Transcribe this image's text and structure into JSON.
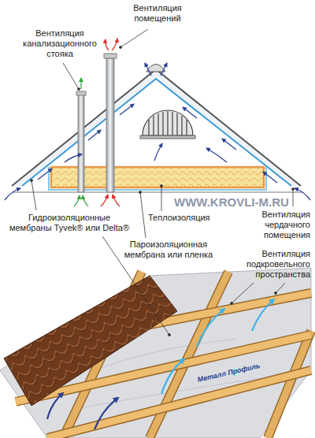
{
  "diagram": {
    "labels": [
      "Вентиляция помещений",
      "Вентиляция канализационного стояка",
      "WWW.KROVLI-M.RU",
      "Гидроизоляционные мембраны Tyvek® или Delta®",
      "Теплоизоляция",
      "Вентиляция чердачного помещения",
      "Пароизоляционная мембрана или пленка",
      "Вентиляция подкровельного пространства",
      "Металл Профиль"
    ]
  }
}
